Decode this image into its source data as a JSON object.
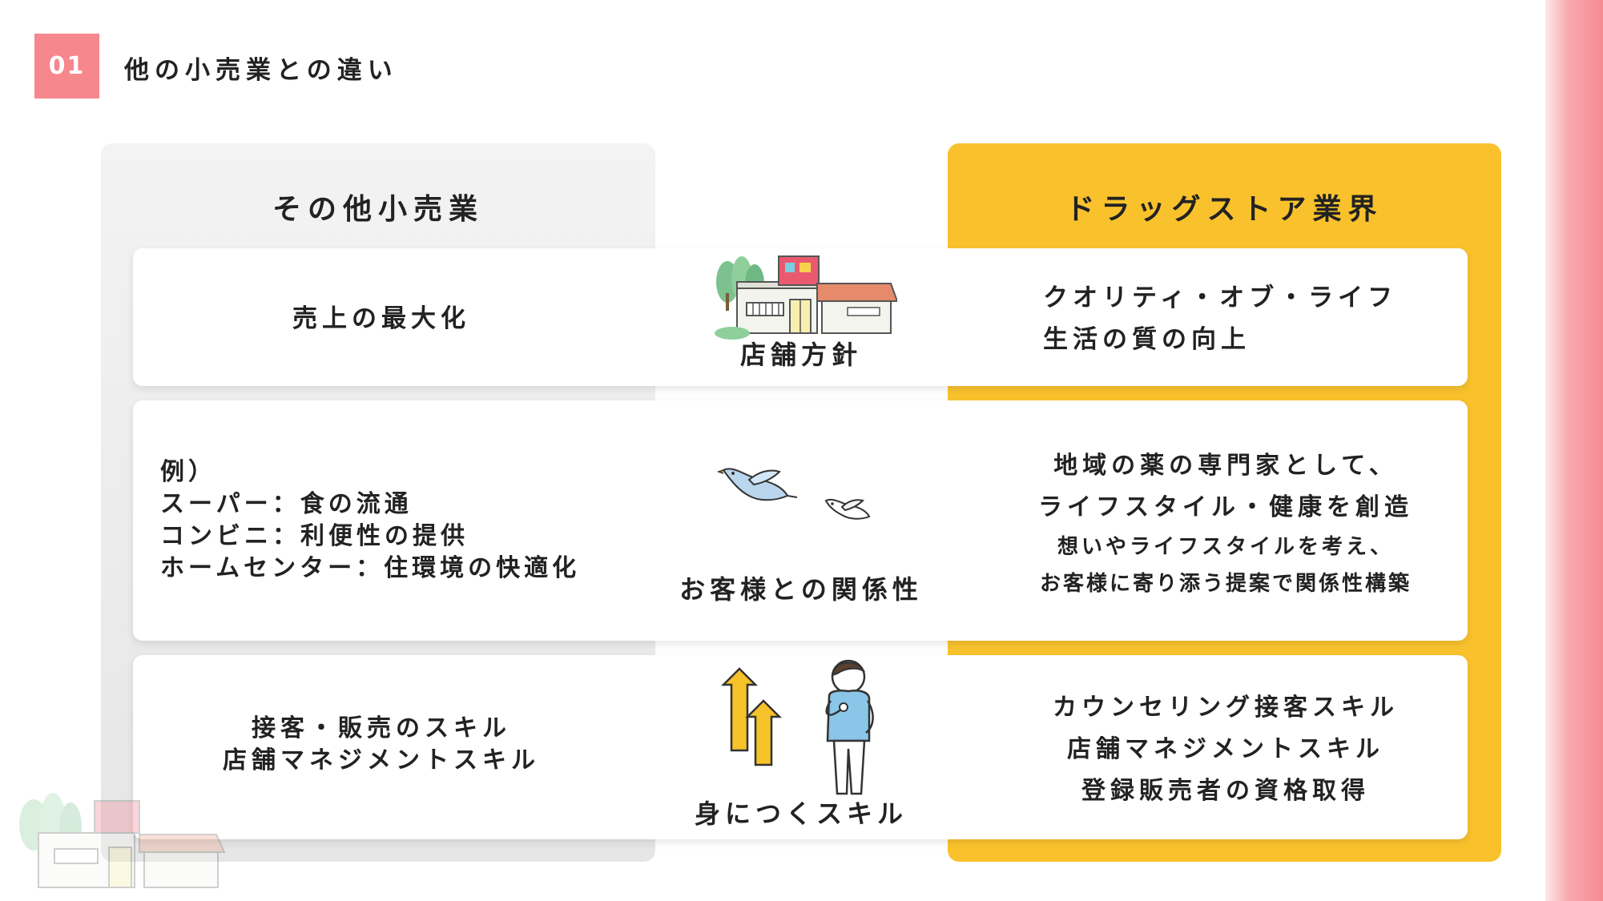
{
  "header": {
    "badge": "01",
    "title": "他の小売業との違い"
  },
  "columns": {
    "left_title": "その他小売業",
    "right_title": "ドラッグストア業界"
  },
  "rows": [
    {
      "label": "店舗方針",
      "left": [
        "売上の最大化"
      ],
      "right": [
        "クオリティ・オブ・ライフ",
        "生活の質の向上"
      ]
    },
    {
      "label": "お客様との関係性",
      "left": [
        "例）",
        "スーパー：食の流通",
        "コンビニ：利便性の提供",
        "ホームセンター：住環境の快適化"
      ],
      "right": [
        "地域の薬の専門家として、",
        "ライフスタイル・健康を創造",
        "想いやライフスタイルを考え、",
        "お客様に寄り添う提案で関係性構築"
      ]
    },
    {
      "label": "身につくスキル",
      "left": [
        "接客・販売のスキル",
        "店舗マネジメントスキル"
      ],
      "right": [
        "カウンセリング接客スキル",
        "店舗マネジメントスキル",
        "登録販売者の資格取得"
      ]
    }
  ],
  "icons": {
    "store": "store-illustration-icon",
    "birds": "birds-illustration-icon",
    "skill": "person-arrows-illustration-icon"
  },
  "colors": {
    "accent_pink": "#f6878d",
    "accent_yellow": "#f9c22d",
    "band_gray": "#eeeeee"
  }
}
